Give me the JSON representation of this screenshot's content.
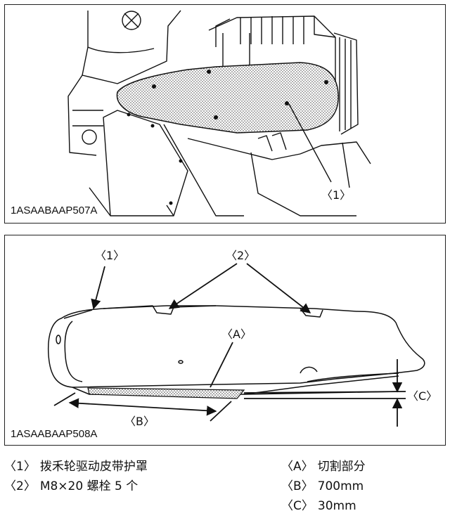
{
  "figures": [
    {
      "code": "1ASAABAAP507A",
      "callouts": [
        "〈1〉"
      ]
    },
    {
      "code": "1ASAABAAP508A",
      "callouts": [
        "〈1〉",
        "〈2〉",
        "〈A〉",
        "〈B〉",
        "〈C〉"
      ]
    }
  ],
  "legend": {
    "left": [
      {
        "key": "〈1〉",
        "text": "拨禾轮驱动皮带护罩"
      },
      {
        "key": "〈2〉",
        "text": "M8×20 螺栓 5 个"
      }
    ],
    "right": [
      {
        "key": "〈A〉",
        "text": "切割部分"
      },
      {
        "key": "〈B〉",
        "text": "700mm"
      },
      {
        "key": "〈C〉",
        "text": "30mm"
      }
    ]
  }
}
